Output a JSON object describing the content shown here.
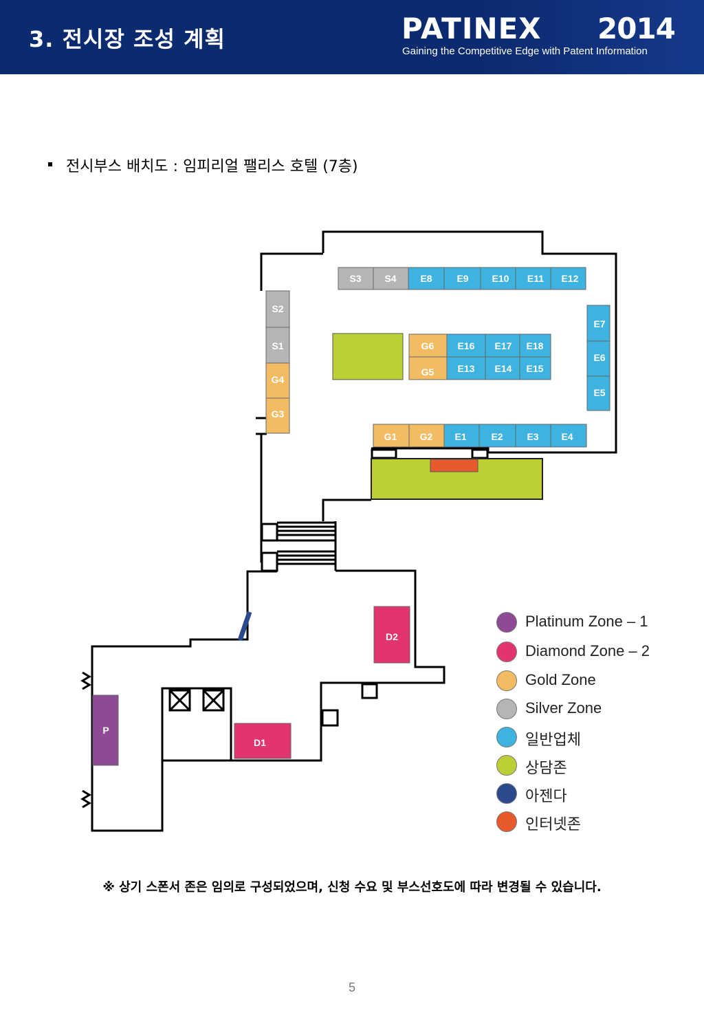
{
  "header": {
    "section_title": "3. 전시장 조성 계획",
    "logo_word": "PATINEX",
    "logo_year": "2014",
    "logo_tagline": "Gaining the Competitive Edge with Patent Information",
    "background_color": "#0b2a6f"
  },
  "content": {
    "bullet_text": "전시부스 배치도 : 임피리얼 팰리스 호텔 (7층)"
  },
  "floorplan": {
    "booths": [
      {
        "id": "S3",
        "zone": "silver"
      },
      {
        "id": "S4",
        "zone": "silver"
      },
      {
        "id": "E8",
        "zone": "general"
      },
      {
        "id": "E9",
        "zone": "general"
      },
      {
        "id": "E10",
        "zone": "general"
      },
      {
        "id": "E11",
        "zone": "general"
      },
      {
        "id": "E12",
        "zone": "general"
      },
      {
        "id": "S2",
        "zone": "silver"
      },
      {
        "id": "S1",
        "zone": "silver"
      },
      {
        "id": "G4",
        "zone": "gold"
      },
      {
        "id": "G3",
        "zone": "gold"
      },
      {
        "id": "E7",
        "zone": "general"
      },
      {
        "id": "E6",
        "zone": "general"
      },
      {
        "id": "E5",
        "zone": "general"
      },
      {
        "id": "G6",
        "zone": "gold"
      },
      {
        "id": "G5",
        "zone": "gold"
      },
      {
        "id": "E16",
        "zone": "general"
      },
      {
        "id": "E17",
        "zone": "general"
      },
      {
        "id": "E18",
        "zone": "general"
      },
      {
        "id": "E13",
        "zone": "general"
      },
      {
        "id": "E14",
        "zone": "general"
      },
      {
        "id": "E15",
        "zone": "general"
      },
      {
        "id": "G1",
        "zone": "gold"
      },
      {
        "id": "G2",
        "zone": "gold"
      },
      {
        "id": "E1",
        "zone": "general"
      },
      {
        "id": "E2",
        "zone": "general"
      },
      {
        "id": "E3",
        "zone": "general"
      },
      {
        "id": "E4",
        "zone": "general"
      },
      {
        "id": "D2",
        "zone": "diamond"
      },
      {
        "id": "D1",
        "zone": "diamond"
      },
      {
        "id": "P",
        "zone": "platinum"
      }
    ]
  },
  "legend": [
    {
      "label": "Platinum Zone – 1",
      "color": "#8e4a94"
    },
    {
      "label": "Diamond Zone – 2",
      "color": "#e2356f"
    },
    {
      "label": "Gold Zone",
      "color": "#f4bc62"
    },
    {
      "label": "Silver Zone",
      "color": "#b5b5b5"
    },
    {
      "label": "일반업체",
      "color": "#3fb3e0"
    },
    {
      "label": "상담존",
      "color": "#bccf34"
    },
    {
      "label": "아젠다",
      "color": "#2b4a8e"
    },
    {
      "label": "인터넷존",
      "color": "#e85a2e"
    }
  ],
  "footnote": "※ 상기 스폰서 존은 임의로 구성되었으며, 신청 수요 및 부스선호도에 따라 변경될 수 있습니다.",
  "page_number": "5"
}
